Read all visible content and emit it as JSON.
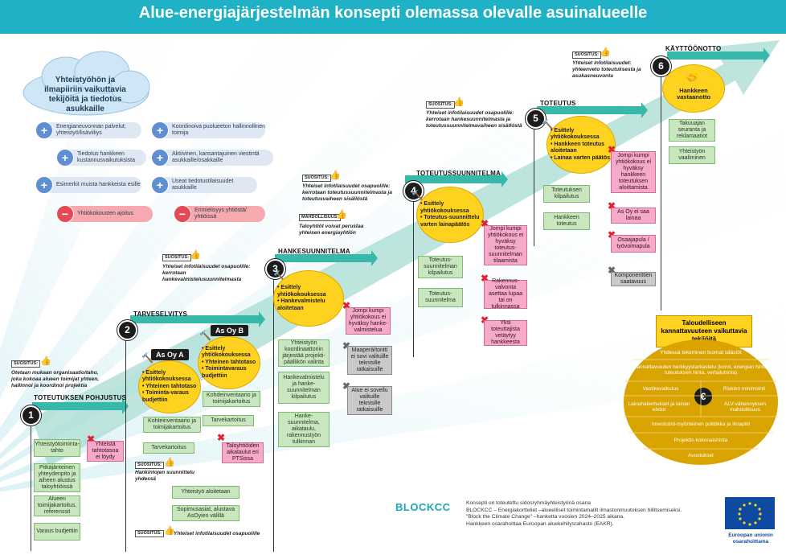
{
  "title": "Alue-energiajärjestelmän konsepti olemassa olevalle asuinalueelle",
  "cloud": {
    "title": "Yhteistyöhön ja ilmapiiriin vaikuttavia tekijöitä ja tiedotus asukkaille"
  },
  "factors": [
    {
      "text": "Energianeuvonnan palvelut; yhteistyö/lisäviiliys",
      "type": "positive"
    },
    {
      "text": "Koordinoiva puolueeton hallinnollinen toimija",
      "type": "positive"
    },
    {
      "text": "Tiedotus hankkeen kustannusvaikutuksista",
      "type": "positive"
    },
    {
      "text": "Aktiivinen, kansantajuinen viestintä asukkaille/osakkaille",
      "type": "positive"
    },
    {
      "text": "Esimerkit muista hankkeista esille",
      "type": "positive"
    },
    {
      "text": "Useat tiedotustilaisuudet asukkaille",
      "type": "positive"
    },
    {
      "text": "Yhtiökokousten ajoitus",
      "type": "negative"
    },
    {
      "text": "Erimielisyys yhtiöstä/ yhtiöissä",
      "type": "negative"
    }
  ],
  "phases": [
    {
      "number": "1",
      "name": "TOTEUTUKSEN POHJUSTUS"
    },
    {
      "number": "2",
      "name": "TARVESELVITYS"
    },
    {
      "number": "3",
      "name": "HANKESUUNNITELMA"
    },
    {
      "number": "4",
      "name": "TOTEUTUSSUUNNITELMA"
    },
    {
      "number": "5",
      "name": "TOTEUTUS"
    },
    {
      "number": "6",
      "name": "KÄYTTÖÖNOTTO"
    }
  ],
  "tags": {
    "suositus": "SUOSITUS:",
    "mahdollisuus": "MAHDOLLISUUS:"
  },
  "notes": {
    "n1": "Otetaan mukaan organisaatio/taho, joka kokoaa alueen toimijat yhteen, hallinnoi ja koordinoi projektia",
    "n2": "Hankintojen suunnittelu yhdessä",
    "n3": "Yhteiset infotilaisuudet osapuolille",
    "n4": "Yhteiset infotilaisuudet osapuolille: kerrotaan hankevalmistelusuunnitelmasta",
    "n5": "Yhteiset infotilaisuudet osapuolille: kerrotaan toteutussuunnitelmasta ja toteutusvaiheen sisällöstä",
    "n6": "Taloyhtiöt voivat perustaa yhteisen energiayhtiön",
    "n7": "Yhteiset infotilaisuudet osapuolille: kerrotaan hankesuunnitelmasta ja toteutussuunnitelmavaiheen sisällöstä",
    "n8": "Yhteiset infotilaisuudet: yhteenveto toteutuksesta ja asukasneuvonta"
  },
  "asoy": {
    "a": "As Oy A",
    "b": "As Oy B"
  },
  "bubbles": {
    "a": "• Esittely yhtiökokouksessa\n• Yhteinen tahtotaso\n• Toiminta-varaus budjettiin",
    "b": "• Esittely yhtiökokouksessa\n• Yhteinen tahtotaso\n• Toimintavaraus budjettiin",
    "p3": "• Esittely yhtiökokouksessa\n• Hankevalmistelu aloitetaan",
    "p4": "• Esittely yhtiökokouksessa\n• Toteutus-suunnittelu varten lainapäätös",
    "p5": "• Esittely yhtiökokouksessa\n• Hankkeen toteutus aloitetaan\n• Lainaa varten päätös",
    "p6": "Hankkeen vastaanotto"
  },
  "boxes": {
    "p1": [
      "Yhteistyötoiminta-tahto",
      "Pitkäjänteinen yhteydenpito ja aiheen alustus taloyhtiöissä",
      "Alueen toimijakartoitus, referenssit",
      "Varaus budjettiin"
    ],
    "p1_red": [
      "Yhteistä tahtotasoa ei löydy"
    ],
    "p2": [
      "Kohteinventaario ja toimijakartoitus",
      "Tarvekartoitus",
      "Yhteistyö aloitetaan",
      "Sopimusasiat, alustava AsOyien välillä"
    ],
    "p2b": [
      "Kohdeinventaario ja toimijakartoitus",
      "Tarvekartoitus"
    ],
    "p2_red": [
      "Taloyhtiöiden aikataulut eri PTSissa"
    ],
    "p3": [
      "Yhteistyön koordinaattoriin järjestää projekti-päällikön valinta",
      "Hankevalmistelu ja hanke-suunnitelman kilpailutus",
      "Hanke-suunnitelma, aikataulu, rakennustyön tulkinnan"
    ],
    "p3_red": [
      "Jompi kumpi yhtiökokous ei hyväksy hanke-valmistelua"
    ],
    "p3_gray": [
      "Maaperä/tontti ei sovi valituille teknisille ratkaisuille",
      "Alue ei sovellu valituille teknisille ratkaisuille"
    ],
    "p4": [
      "Toteutus-suunnitelman kilpailutus",
      "Toteutus-suunnitelma"
    ],
    "p4_red": [
      "Jompi kumpi yhtiökokous ei hyväksy toteutus-suunnitelman tilaamista",
      "Rakennus-valvonta asettaa lupaa tai on tulkinnassa",
      "Yksi toteuttajista vetäytyy hankkeesta"
    ],
    "p5": [
      "Toteutuksen kilpailutus",
      "Hankkeen toteutus"
    ],
    "p5_red": [
      "Jompi kumpi yhtiökokous ei hyväksy hankkeen toteutuksen aloittamista",
      "As Oy ei saa lainaa",
      "Osaajapula / työvoimapula"
    ],
    "p5_gray": [
      "Komponenttien saatavuus"
    ],
    "p6": [
      "Takuuajan seuranta ja reklamaatiot",
      "Yhteistyön vaaliminen"
    ]
  },
  "economics": {
    "title": "Taloudelliseen kannattavuuteen vaikuttavia tekijöitä",
    "rows": [
      "Yhdessä tekeminen tuomat säästöt",
      "Kannattavuuden herkkyystarkastelu (korot, energian hinta, toteutuksen hinta, vertailuhinta)",
      "Vastikevaikutus",
      "Riskien minimointi",
      "Lainahakemukset ja lainan ehdot",
      "ALV-vähennyksen mahdollisuus",
      "Investointi-myönteinen politiikka ja ilmapiiri",
      "Projektin kokonaishinta",
      "Avustukset"
    ],
    "euro": "€"
  },
  "footer": {
    "logo": "BLOCKCC",
    "lines": [
      "Konsepti on toteutettu sidosryhmäyhteistyönä osana",
      "BLOCKCC – Energiakortteliet –alueelliset toimintamallit ilmastonmuutoksen hillitsemiseksi.",
      "\"Block the Climate Change\" –hanketta vuosien 2024–2025 aikana.",
      "Hankkeen osarahoittaa Euroopan aluekehitysrahasto (EAKR)."
    ],
    "eu": "Euroopan unionin osarahoittama"
  }
}
